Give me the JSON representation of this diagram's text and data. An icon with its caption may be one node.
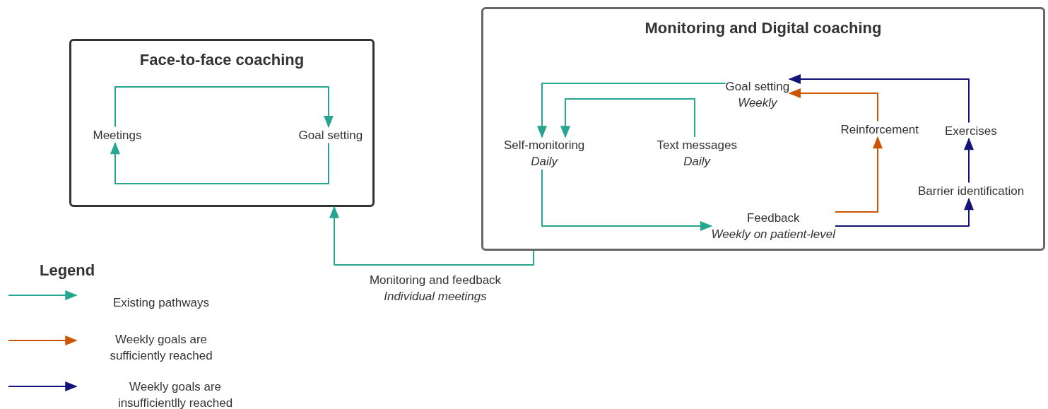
{
  "diagram": {
    "nodes": [
      {
        "text": [
          "Face-to-face coaching"
        ]
      },
      {
        "text": [
          "Meetings"
        ],
        "in": 0
      },
      {
        "text": [
          "Goal setting"
        ],
        "in": 0
      },
      {
        "text": [
          "Monitoring and Digital coaching"
        ]
      },
      {
        "text": [
          "Goal setting",
          "Weekly"
        ],
        "in": 3
      },
      {
        "text": [
          "Self-monitoring",
          "Daily"
        ],
        "in": 3
      },
      {
        "text": [
          "Text messages",
          "Daily"
        ],
        "in": 3
      },
      {
        "text": [
          "Reinforcement"
        ],
        "in": 3
      },
      {
        "text": [
          "Exercises"
        ],
        "in": 3
      },
      {
        "text": [
          "Barrier identification"
        ],
        "in": 3
      },
      {
        "text": [
          "Feedback",
          "Weekly on patient-level"
        ],
        "in": 3
      }
    ],
    "edges": [
      {
        "from": 1,
        "to": 2,
        "arrow": "to"
      },
      {
        "from": 2,
        "to": 1,
        "arrow": "to"
      },
      {
        "from": 4,
        "to": 5,
        "arrow": "to"
      },
      {
        "from": 6,
        "to": 5,
        "arrow": "to"
      },
      {
        "from": 5,
        "to": 10,
        "arrow": "to"
      },
      {
        "from": 10,
        "to": 7,
        "arrow": "to",
        "color": "#cc5500"
      },
      {
        "from": 7,
        "to": 4,
        "arrow": "to",
        "color": "#cc5500"
      },
      {
        "from": 10,
        "to": 9,
        "arrow": "to",
        "color": "#141478"
      },
      {
        "from": 9,
        "to": 8,
        "arrow": "to",
        "color": "#141478"
      },
      {
        "from": 8,
        "to": 4,
        "arrow": "to",
        "color": "#141478"
      },
      {
        "from": 3,
        "to": 0,
        "arrow": "to",
        "label": "Monitoring and feedback *Individual meetings*"
      }
    ],
    "labels": [
      "Legend"
    ],
    "legend": [
      {
        "text": "Existing pathways",
        "color": "#26a591"
      },
      {
        "text": "Weekly goals are sufficiently reached",
        "color": "#cc5500"
      },
      {
        "text": "Weekly goals are insufficientlly reached",
        "color": "#141478"
      }
    ]
  }
}
